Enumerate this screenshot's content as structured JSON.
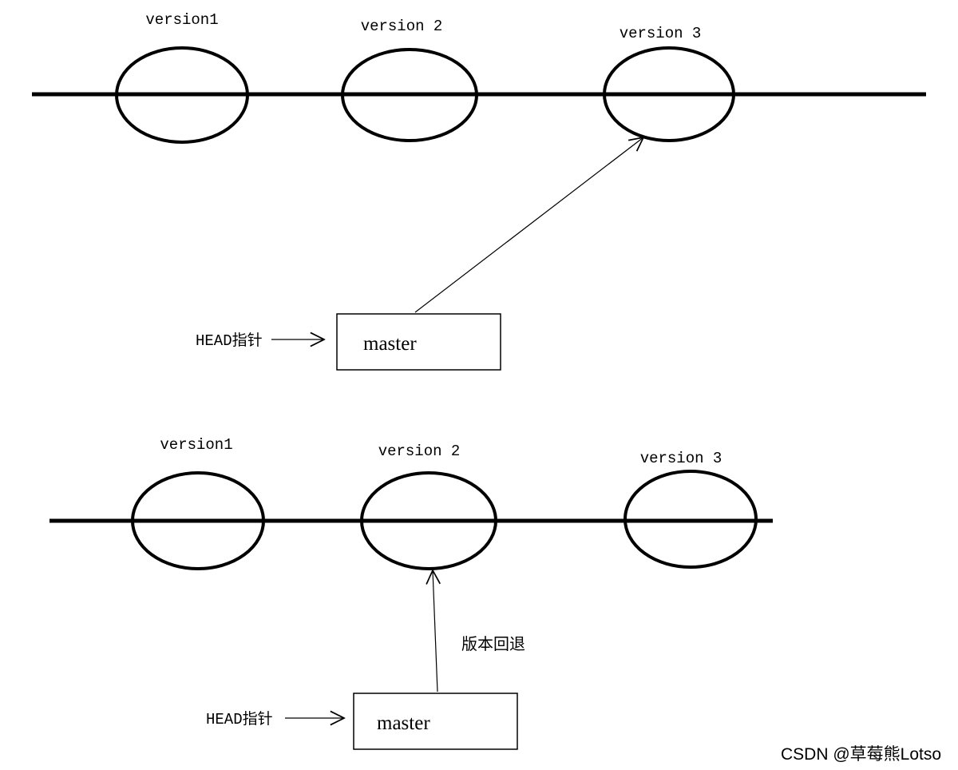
{
  "top_timeline": {
    "versions": [
      "version1",
      "version 2",
      "version 3"
    ],
    "head_pointer_label": "HEAD指针",
    "branch_box_label": "master"
  },
  "bottom_timeline": {
    "versions": [
      "version1",
      "version 2",
      "version 3"
    ],
    "head_pointer_label": "HEAD指针",
    "branch_box_label": "master",
    "rollback_label": "版本回退"
  },
  "watermark": "CSDN @草莓熊Lotso",
  "colors": {
    "stroke": "#000000",
    "watermark": "#c9c9c9"
  }
}
